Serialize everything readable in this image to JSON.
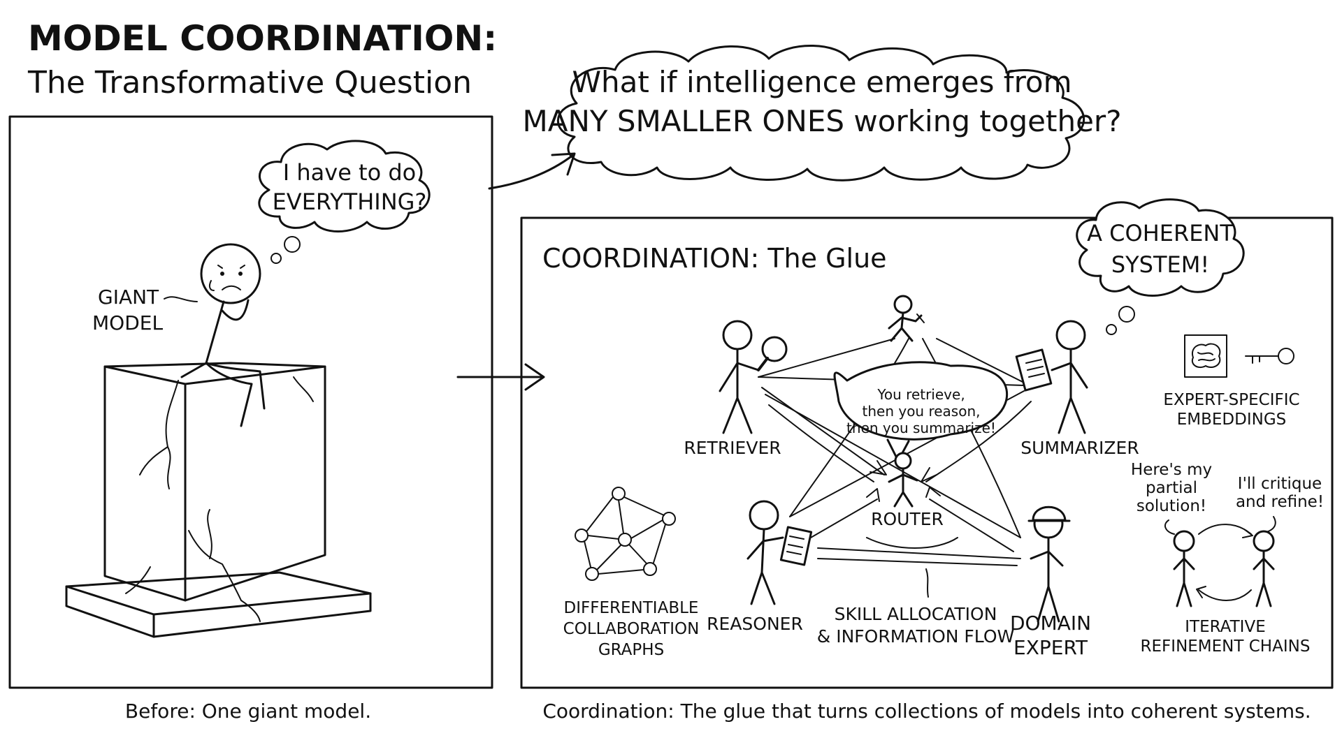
{
  "header": {
    "title": "MODEL COORDINATION:",
    "subtitle": "The Transformative Question"
  },
  "big_question": {
    "line1": "What if intelligence emerges from",
    "line2": "MANY SMALLER ONES working together?"
  },
  "left_panel": {
    "thought_line1": "I have to do",
    "thought_line2": "EVERYTHING?",
    "giant_label_line1": "GIANT",
    "giant_label_line2": "MODEL",
    "caption": "Before: One giant model."
  },
  "right_panel": {
    "heading": "COORDINATION: The Glue",
    "coherent_line1": "A COHERENT",
    "coherent_line2": "SYSTEM!",
    "router_bubble_line1": "You retrieve,",
    "router_bubble_line2": "then you reason,",
    "router_bubble_line3": "then you summarize!",
    "roles": {
      "retriever": "RETRIEVER",
      "summarizer": "SUMMARIZER",
      "router": "ROUTER",
      "reasoner": "REASONER",
      "domain_expert_line1": "DOMAIN",
      "domain_expert_line2": "EXPERT"
    },
    "skill_line1": "SKILL ALLOCATION",
    "skill_line2": "& INFORMATION FLOW",
    "graphs_line1": "DIFFERENTIABLE",
    "graphs_line2": "COLLABORATION",
    "graphs_line3": "GRAPHS",
    "embeddings_line1": "EXPERT-SPECIFIC",
    "embeddings_line2": "EMBEDDINGS",
    "partial_line1": "Here's my",
    "partial_line2": "partial",
    "partial_line3": "solution!",
    "critique_line1": "I'll critique",
    "critique_line2": "and refine!",
    "iterative_line1": "ITERATIVE",
    "iterative_line2": "REFINEMENT CHAINS",
    "caption": "Coordination: The glue that turns collections of models into coherent systems."
  },
  "icons": [
    "magnifier-icon",
    "notepad-icon",
    "calculator-icon",
    "hard-hat-icon",
    "brain-icon",
    "key-icon"
  ]
}
